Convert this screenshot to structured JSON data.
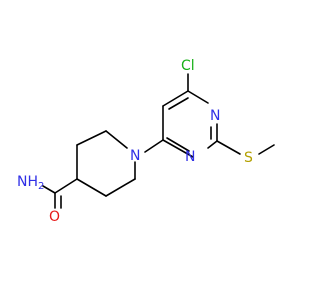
{
  "colors": {
    "bond": "#000000",
    "nitrogen": "#2f2fe6",
    "oxygen": "#e61a1a",
    "chlorine": "#17b017",
    "sulfur": "#b3a000"
  },
  "atoms": {
    "chlorine": "Cl",
    "pyrimidine_n_top": "N",
    "pyrimidine_n_bottom": "N",
    "piperidine_n": "N",
    "sulfur": "S",
    "amide_n": "NH",
    "amide_n_h2_subscript": "2",
    "carbonyl_o": "O"
  }
}
